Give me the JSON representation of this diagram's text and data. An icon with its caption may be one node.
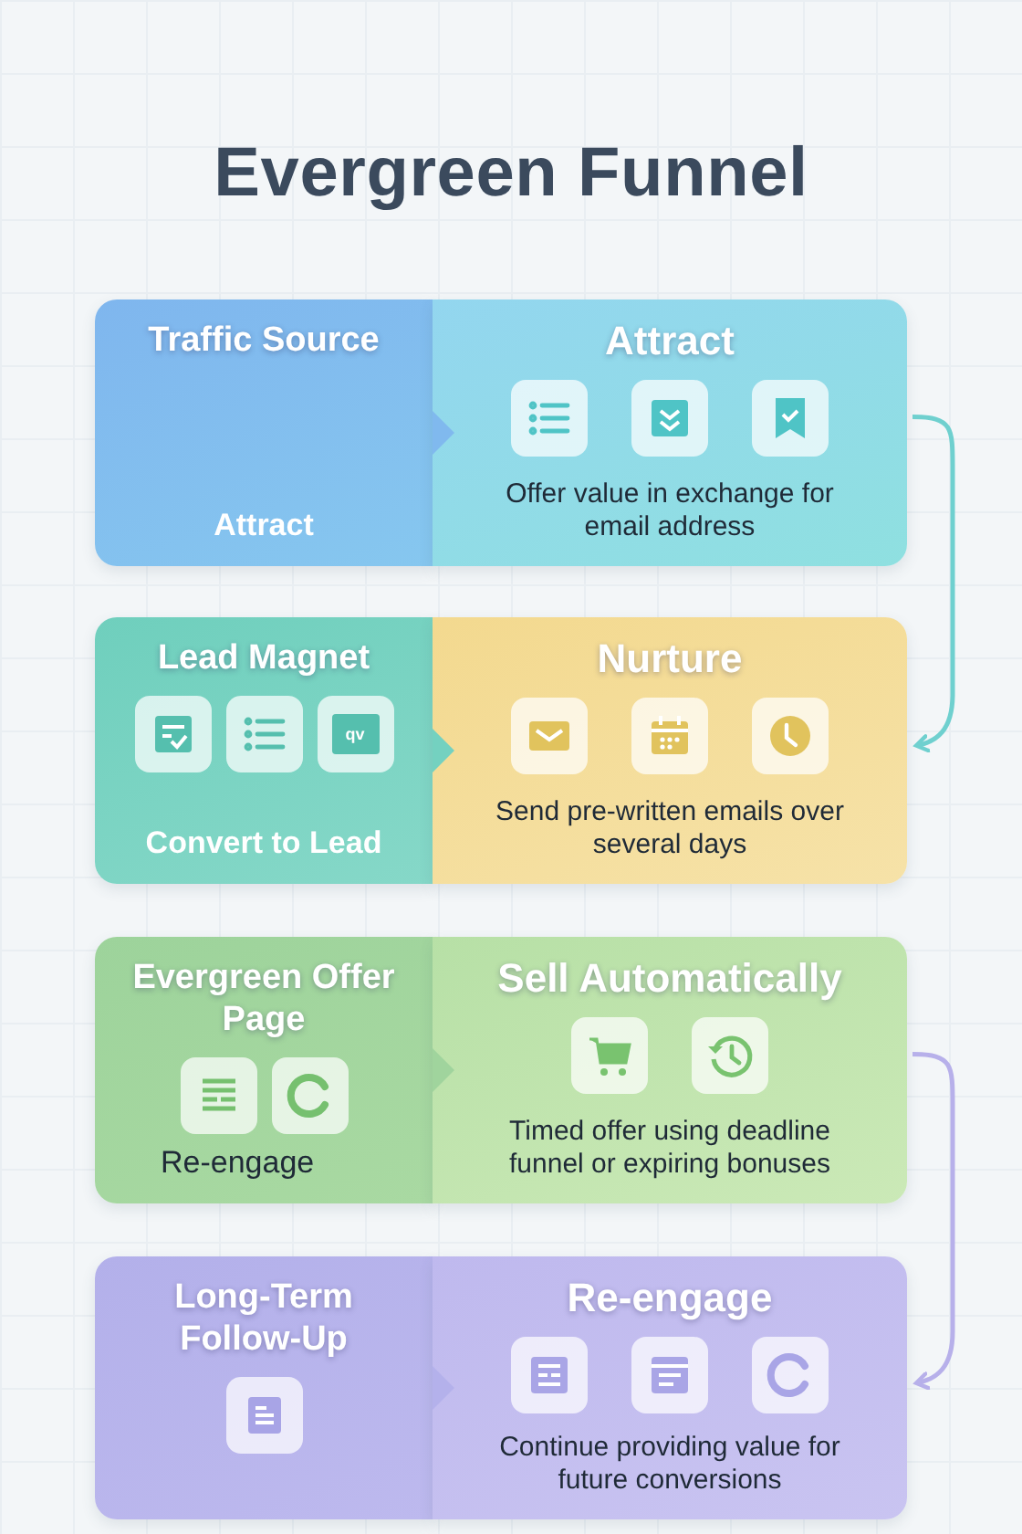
{
  "diagram": {
    "title": "Evergreen Funnel",
    "nodes": [
      {
        "text": [
          "Traffic Source",
          "Attract"
        ]
      },
      {
        "text": [
          "Attract",
          "Offer value in exchange for email address"
        ]
      },
      {
        "text": [
          "Lead Magnet",
          "Convert to Lead"
        ]
      },
      {
        "text": [
          "Nurture",
          "Send pre-written emails over several days"
        ]
      },
      {
        "text": [
          "Evergreen Offer Page",
          "Re-engage"
        ]
      },
      {
        "text": [
          "Sell Automatically",
          "Timed offer using deadline funnel or expiring bonuses"
        ]
      },
      {
        "text": [
          "Long-Term Follow-Up"
        ]
      },
      {
        "text": [
          "Re-engage",
          "Continue providing value for future conversions"
        ]
      }
    ],
    "edges": [
      {
        "from": 0,
        "to": 1,
        "arrow": "to"
      },
      {
        "from": 2,
        "to": 3,
        "arrow": "to"
      },
      {
        "from": 4,
        "to": 5,
        "arrow": "to"
      },
      {
        "from": 6,
        "to": 7,
        "arrow": "to"
      },
      {
        "from": 1,
        "to": 3,
        "arrow": "to",
        "color": "#6fd0cf"
      },
      {
        "from": 5,
        "to": 7,
        "arrow": "to",
        "color": "#b7b0ea"
      }
    ],
    "labels": [
      "qv"
    ]
  }
}
